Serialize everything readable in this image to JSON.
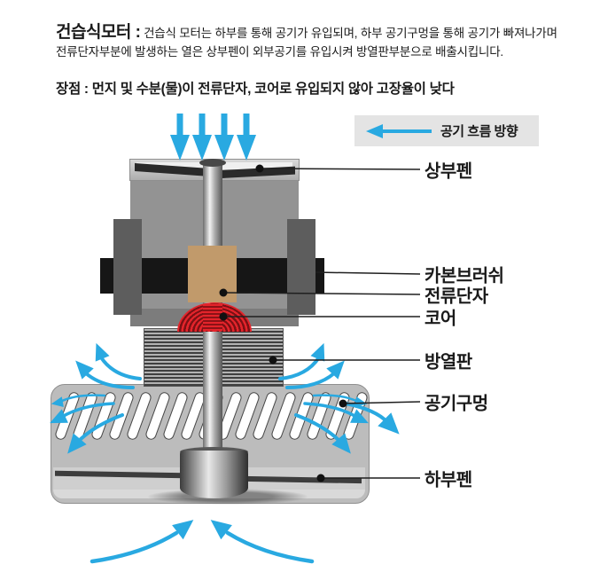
{
  "header": {
    "title": "건습식모터 :",
    "description_line1": "건습식 모터는 하부를 통해 공기가 유입되며, 하부 공기구멍을 통해 공기가 빠져나가며",
    "description_line2": "전류단자부분에 발생하는 열은 상부펜이 외부공기를 유입시켜 방열판부분으로 배출시킵니다.",
    "advantage": "장점 : 먼지 및 수분(물)이 전류단자, 코어로 유입되지 않아 고장율이 낮다"
  },
  "legend": {
    "label": "공기 흐름 방향"
  },
  "labels": [
    "상부펜",
    "카본브러쉬",
    "전류단자",
    "코어",
    "방열판",
    "공기구멍",
    "하부펜"
  ],
  "colors": {
    "flow_blue": "#29a9e1",
    "brush_tan": "#c19a6b",
    "core_red": "#d8232a"
  },
  "diagram": {
    "air_hole_count": 17,
    "top_inflow_arrow_count": 4
  }
}
